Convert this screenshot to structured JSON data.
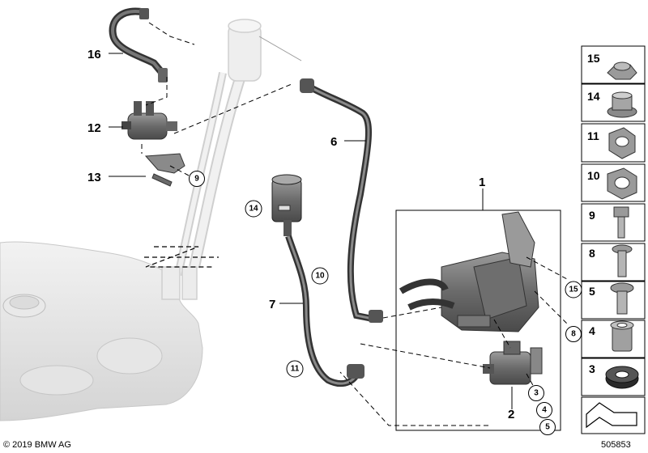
{
  "copyright": "© 2019 BMW AG",
  "diagram_id": "505853",
  "callouts": {
    "c1": "1",
    "c2": "2",
    "c6": "6",
    "c7": "7",
    "c12": "12",
    "c13": "13",
    "c16": "16"
  },
  "circled": {
    "c3": "3",
    "c4": "4",
    "c5": "5",
    "c8": "8",
    "c9": "9",
    "c10": "10",
    "c11": "11",
    "c14": "14",
    "c15": "15"
  },
  "side_parts": {
    "p15": "15",
    "p14": "14",
    "p11": "11",
    "p10": "10",
    "p9": "9",
    "p8": "8",
    "p5": "5",
    "p4": "4",
    "p3": "3"
  },
  "colors": {
    "part_gray": "#8a8a8a",
    "dark_gray": "#4a4a4a",
    "ghost": "#e2e2e2",
    "line": "#000000"
  }
}
